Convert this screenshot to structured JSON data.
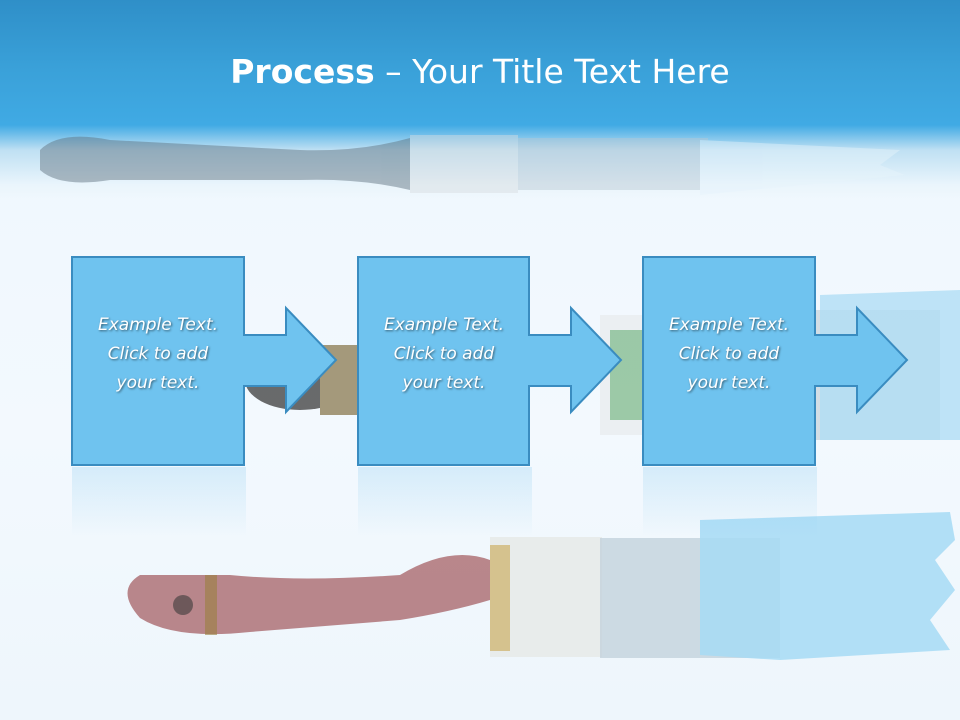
{
  "slide": {
    "title_strong": "Process",
    "title_rest": " – Your Title Text Here"
  },
  "steps": [
    {
      "lines": [
        "Example Text.",
        "Click  to add",
        "your text."
      ]
    },
    {
      "lines": [
        "Example Text.",
        "Click  to add",
        "your text."
      ]
    },
    {
      "lines": [
        "Example Text.",
        "Click  to add",
        "your text."
      ]
    }
  ],
  "colors": {
    "title_band": "#3aa1d9",
    "box_fill": "#6fc3ef",
    "box_border": "#3a8cc0",
    "paint": "#8fd0f2",
    "handle_red": "#8a2a2e"
  },
  "decor": [
    "paintbrush-top",
    "paintbrush-middle",
    "paintbrush-bottom"
  ]
}
